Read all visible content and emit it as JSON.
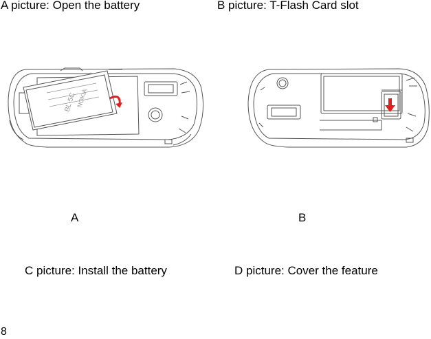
{
  "captions": {
    "a": "A picture: Open the battery",
    "b": "B picture: T-Flash Card slot",
    "c": "C picture: Install the battery",
    "d": "D picture: Cover the feature"
  },
  "labels": {
    "a": "A",
    "b": "B"
  },
  "figure_a": {
    "battery_text_1": "BL-5C",
    "battery_text_2": "NOKIA"
  },
  "page_number": "8",
  "colors": {
    "line": "#555555",
    "arrow_red": "#e02020"
  }
}
